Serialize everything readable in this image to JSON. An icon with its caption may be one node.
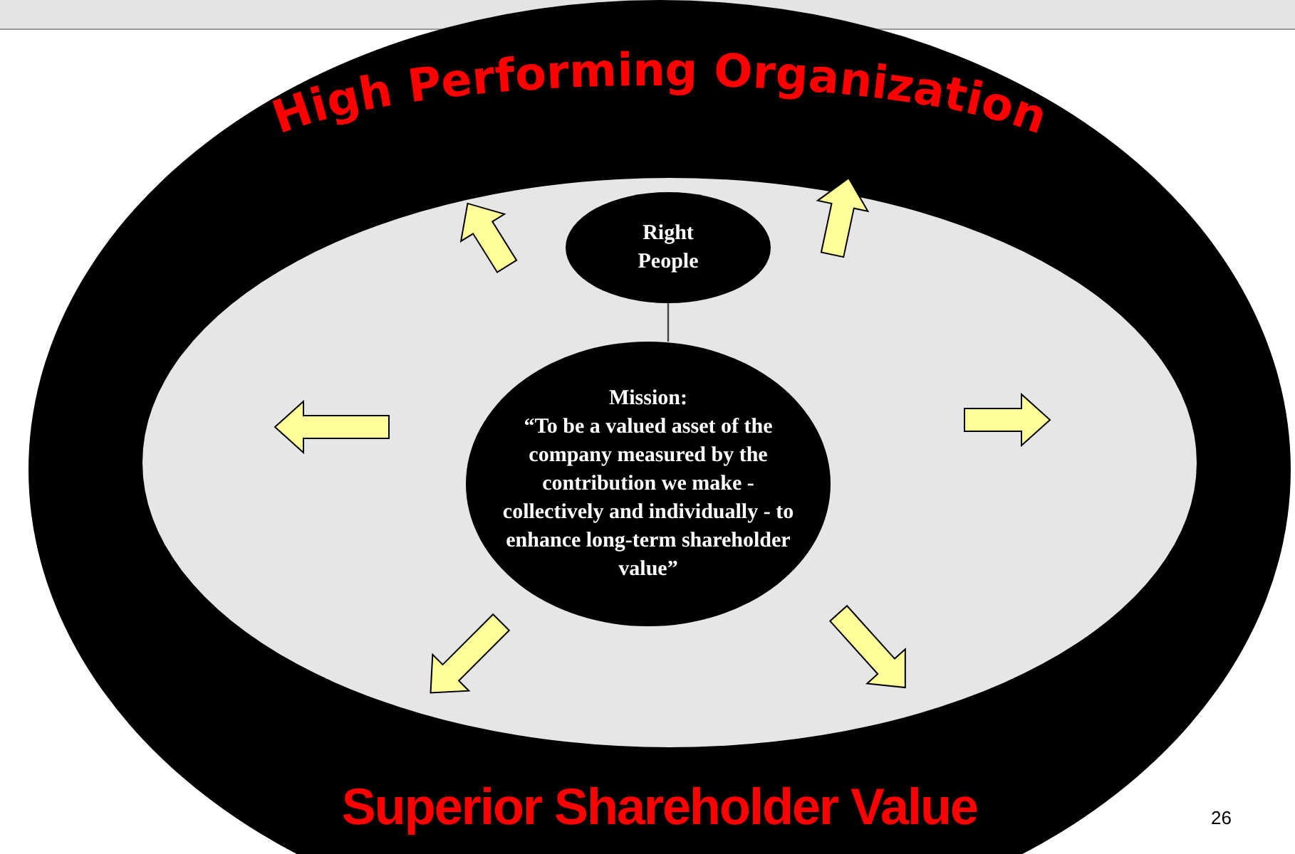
{
  "diagram": {
    "nodes": [
      {
        "text": [
          "High Performing Organization",
          "Superior Shareholder Value"
        ]
      },
      {
        "text": [],
        "shape": "ellipse",
        "in": 0
      },
      {
        "text": [
          "Right People"
        ],
        "in": 1
      },
      {
        "text": [
          "Mission:",
          "“To be a valued asset of the company measured by the contribution we make - collectively and individually - to enhance long-term shareholder value”"
        ],
        "in": 1
      }
    ],
    "edges": [
      {
        "from": 2,
        "to": 3,
        "arrow": "none"
      }
    ],
    "labels": [
      "26"
    ]
  }
}
